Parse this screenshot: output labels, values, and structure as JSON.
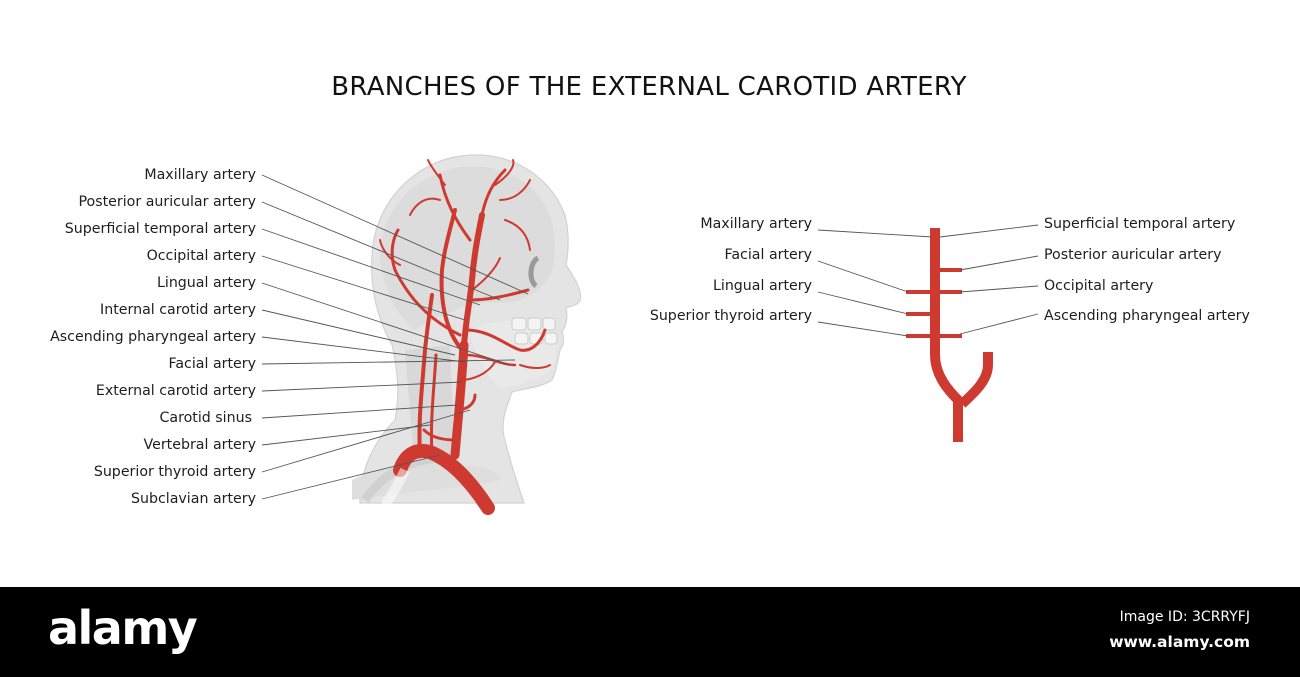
{
  "title": "BRANCHES OF THE EXTERNAL CAROTID ARTERY",
  "left_labels": [
    "Maxillary artery",
    "Posterior auricular artery",
    "Superficial temporal artery",
    "Occipital artery",
    "Lingual artery",
    "Internal carotid artery",
    "Ascending pharyngeal artery",
    "Facial artery",
    "External carotid artery",
    "Carotid sinus",
    "Vertebral artery",
    "Superior thyroid artery",
    "Subclavian artery"
  ],
  "right_left_labels": [
    "Maxillary artery",
    "Facial artery",
    "Lingual artery",
    "Superior thyroid artery"
  ],
  "right_right_labels": [
    "Superficial temporal artery",
    "Posterior auricular artery",
    "Occipital artery",
    "Ascending pharyngeal artery"
  ],
  "colors": {
    "artery": "#cf3a30",
    "head": "#e3e3e3",
    "outline": "#cfcfcf",
    "footer": "#000000"
  },
  "footer": {
    "brand": "alamy",
    "image_id": "Image ID: 3CRRYFJ",
    "site": "www.alamy.com"
  }
}
